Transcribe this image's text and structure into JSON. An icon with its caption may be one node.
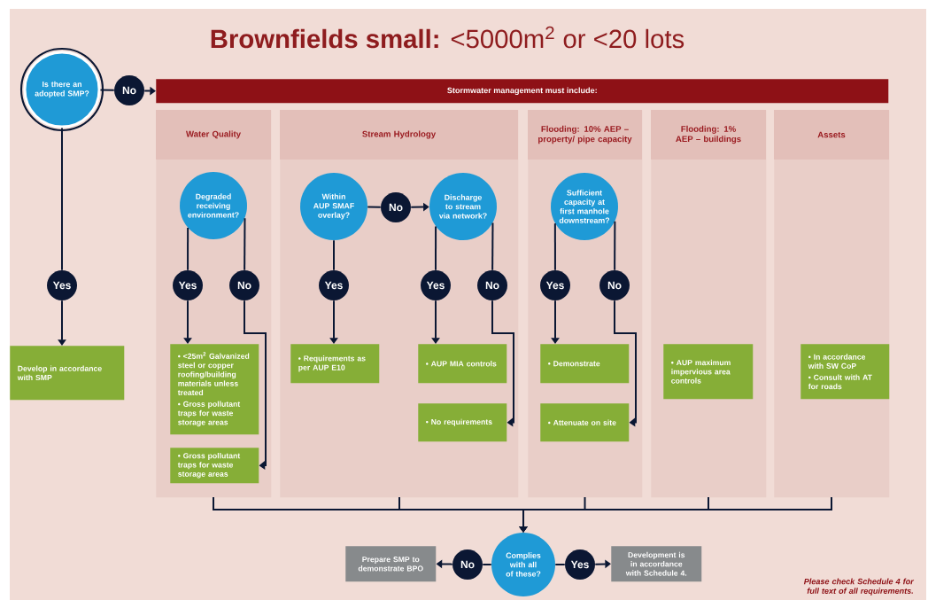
{
  "diagram": {
    "title": "**Brownfields small:** <5000m$^{2}$ or <20 lots",
    "nodes": [
      {
        "text": [
          "Is there an adopted SMP?"
        ]
      },
      {
        "text": [
          "No"
        ]
      },
      {
        "text": [
          "Stormwater management must include:"
        ]
      },
      {
        "text": [
          "Water Quality"
        ]
      },
      {
        "text": [
          "Stream Hydrology"
        ]
      },
      {
        "text": [
          "Flooding: 10% AEP – property/ pipe capacity"
        ]
      },
      {
        "text": [
          "Flooding: 1% AEP – buildings"
        ]
      },
      {
        "text": [
          "Assets"
        ]
      },
      {
        "text": [
          "Yes"
        ]
      },
      {
        "text": [
          "Develop in accordance with SMP"
        ]
      },
      {
        "text": [
          "Degraded receiving environment?"
        ],
        "in": 3
      },
      {
        "text": [
          "Yes"
        ],
        "in": 3
      },
      {
        "text": [
          "No"
        ],
        "in": 3
      },
      {
        "text": [
          "• <25m$^{2}$ Galvanized steel or copper roofing/building materials unless treated",
          "• Gross pollutant traps for waste storage areas"
        ],
        "in": 3
      },
      {
        "text": [
          "• Gross pollutant traps for waste storage areas"
        ],
        "in": 3
      },
      {
        "text": [
          "Within AUP SMAF overlay?"
        ],
        "in": 4
      },
      {
        "text": [
          "No"
        ],
        "in": 4
      },
      {
        "text": [
          "Discharge to stream via network?"
        ],
        "in": 4
      },
      {
        "text": [
          "Yes"
        ],
        "in": 4
      },
      {
        "text": [
          "Yes"
        ],
        "in": 4
      },
      {
        "text": [
          "No"
        ],
        "in": 4
      },
      {
        "text": [
          "• Requirements as per AUP E10"
        ],
        "in": 4
      },
      {
        "text": [
          "• AUP MIA controls"
        ],
        "in": 4
      },
      {
        "text": [
          "• No requirements"
        ],
        "in": 4
      },
      {
        "text": [
          "Sufficient capacity at first manhole downstream?"
        ],
        "in": 5
      },
      {
        "text": [
          "Yes"
        ],
        "in": 5
      },
      {
        "text": [
          "No"
        ],
        "in": 5
      },
      {
        "text": [
          "• Demonstrate"
        ],
        "in": 5
      },
      {
        "text": [
          "• Attenuate on site"
        ],
        "in": 5
      },
      {
        "text": [
          "• AUP maximum impervious area controls"
        ],
        "in": 6
      },
      {
        "text": [
          "• In accordance with SW CoP",
          "• Consult with AT for roads"
        ],
        "in": 7
      },
      {
        "text": [
          "Complies with all of these?"
        ]
      },
      {
        "text": [
          "No"
        ]
      },
      {
        "text": [
          "Prepare SMP to demonstrate BPO"
        ]
      },
      {
        "text": [
          "Yes"
        ]
      },
      {
        "text": [
          "Development is in accordance with Schedule 4."
        ]
      }
    ],
    "edges": [
      {
        "from": 0,
        "to": 1,
        "arrow": "none"
      },
      {
        "from": 1,
        "to": 2,
        "arrow": "to"
      },
      {
        "from": 0,
        "to": 8,
        "arrow": "none"
      },
      {
        "from": 8,
        "to": 9,
        "arrow": "to"
      },
      {
        "from": 10,
        "to": 11,
        "arrow": "none"
      },
      {
        "from": 11,
        "to": 13,
        "arrow": "to"
      },
      {
        "from": 10,
        "to": 12,
        "arrow": "none"
      },
      {
        "from": 12,
        "to": 14,
        "arrow": "to"
      },
      {
        "from": 15,
        "to": 16,
        "arrow": "none"
      },
      {
        "from": 16,
        "to": 17,
        "arrow": "to"
      },
      {
        "from": 15,
        "to": 18,
        "arrow": "none"
      },
      {
        "from": 18,
        "to": 21,
        "arrow": "to"
      },
      {
        "from": 17,
        "to": 19,
        "arrow": "none"
      },
      {
        "from": 19,
        "to": 22,
        "arrow": "to"
      },
      {
        "from": 17,
        "to": 20,
        "arrow": "none"
      },
      {
        "from": 20,
        "to": 23,
        "arrow": "to"
      },
      {
        "from": 24,
        "to": 25,
        "arrow": "none"
      },
      {
        "from": 25,
        "to": 27,
        "arrow": "to"
      },
      {
        "from": 24,
        "to": 26,
        "arrow": "none"
      },
      {
        "from": 26,
        "to": 28,
        "arrow": "to"
      },
      {
        "from": 3,
        "to": 31,
        "arrow": "to"
      },
      {
        "from": 4,
        "to": 31,
        "arrow": "to"
      },
      {
        "from": 5,
        "to": 31,
        "arrow": "to"
      },
      {
        "from": 6,
        "to": 31,
        "arrow": "to"
      },
      {
        "from": 7,
        "to": 31,
        "arrow": "to"
      },
      {
        "from": 31,
        "to": 32,
        "arrow": "none"
      },
      {
        "from": 32,
        "to": 33,
        "arrow": "to"
      },
      {
        "from": 31,
        "to": 34,
        "arrow": "none"
      },
      {
        "from": 34,
        "to": 35,
        "arrow": "to"
      }
    ],
    "labels": [
      "Please check Schedule 4 for full text of all requirements."
    ]
  }
}
